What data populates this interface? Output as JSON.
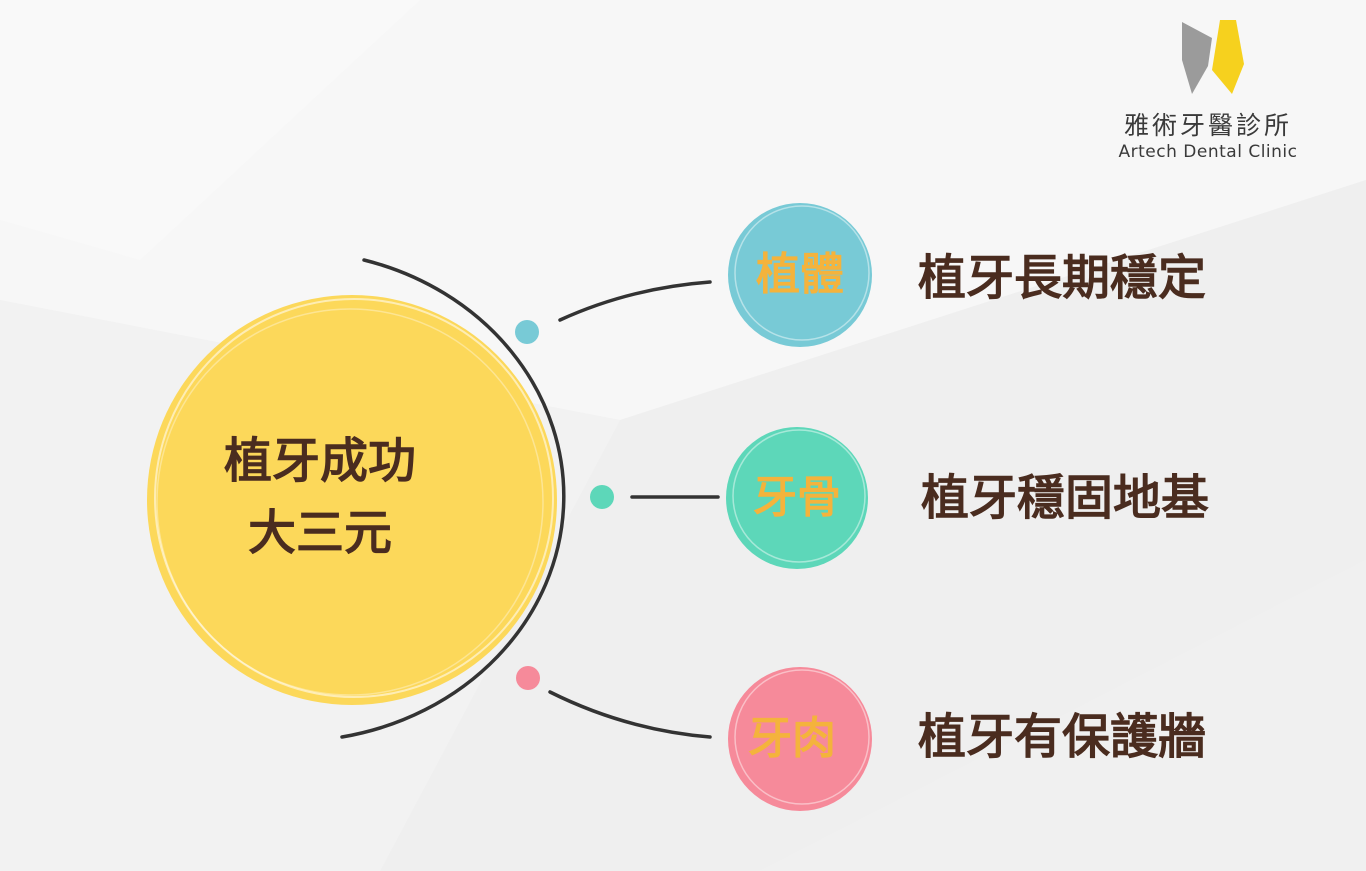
{
  "logo": {
    "name_zh": "雅術牙醫診所",
    "name_en": "Artech Dental Clinic",
    "colors": {
      "gray": "#9b9b9b",
      "yellow": "#f6d11e"
    }
  },
  "center": {
    "line1": "植牙成功",
    "line2": "大三元",
    "color": "#fcd85a"
  },
  "items": [
    {
      "label": "植體",
      "description": "植牙長期穩定",
      "color": "#78cad6"
    },
    {
      "label": "牙骨",
      "description": "植牙穩固地基",
      "color": "#5dd7b9"
    },
    {
      "label": "牙肉",
      "description": "植牙有保護牆",
      "color": "#f68a9a"
    }
  ],
  "colors": {
    "text_dark": "#4a2c1f",
    "bubble_text": "#f4b33c",
    "line": "#333333"
  }
}
